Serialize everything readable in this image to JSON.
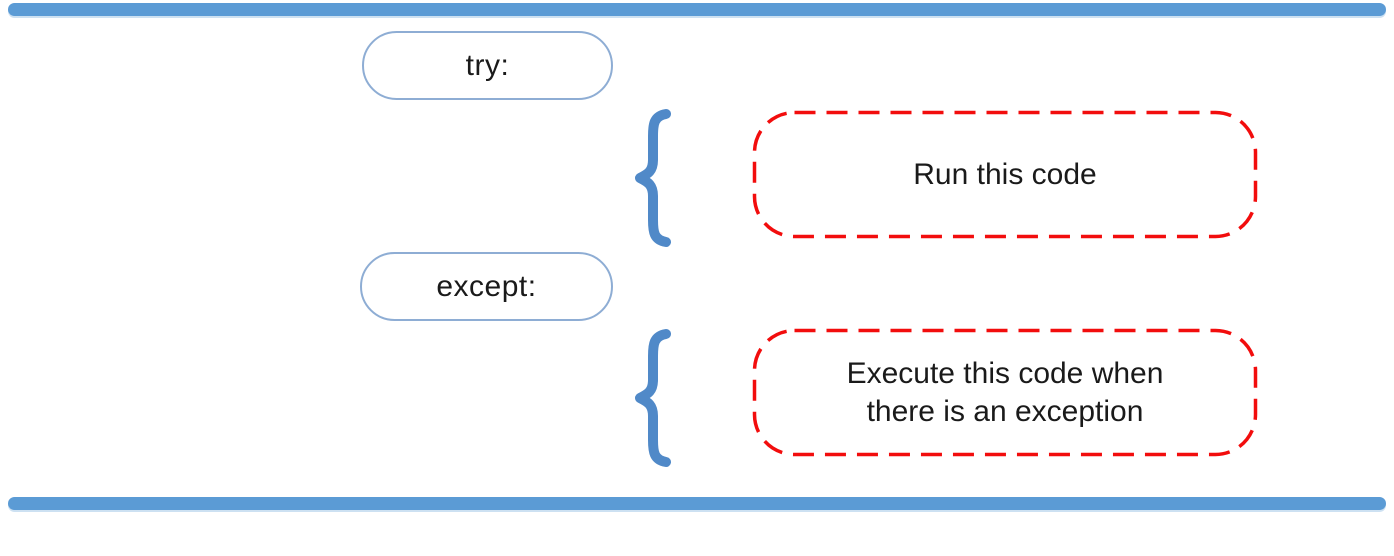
{
  "diagram": {
    "try_keyword": "try:",
    "except_keyword": "except:",
    "try_body": "Run this code",
    "except_body_line1": "Execute this code when",
    "except_body_line2": "there is an exception",
    "brace_glyph": "{",
    "colors": {
      "bar_blue": "#5B9BD5",
      "brace_blue": "#5089C8",
      "pill_border_blue": "#8EADD4",
      "dashed_red": "#F20D0D",
      "text": "#1A1A1A"
    }
  }
}
